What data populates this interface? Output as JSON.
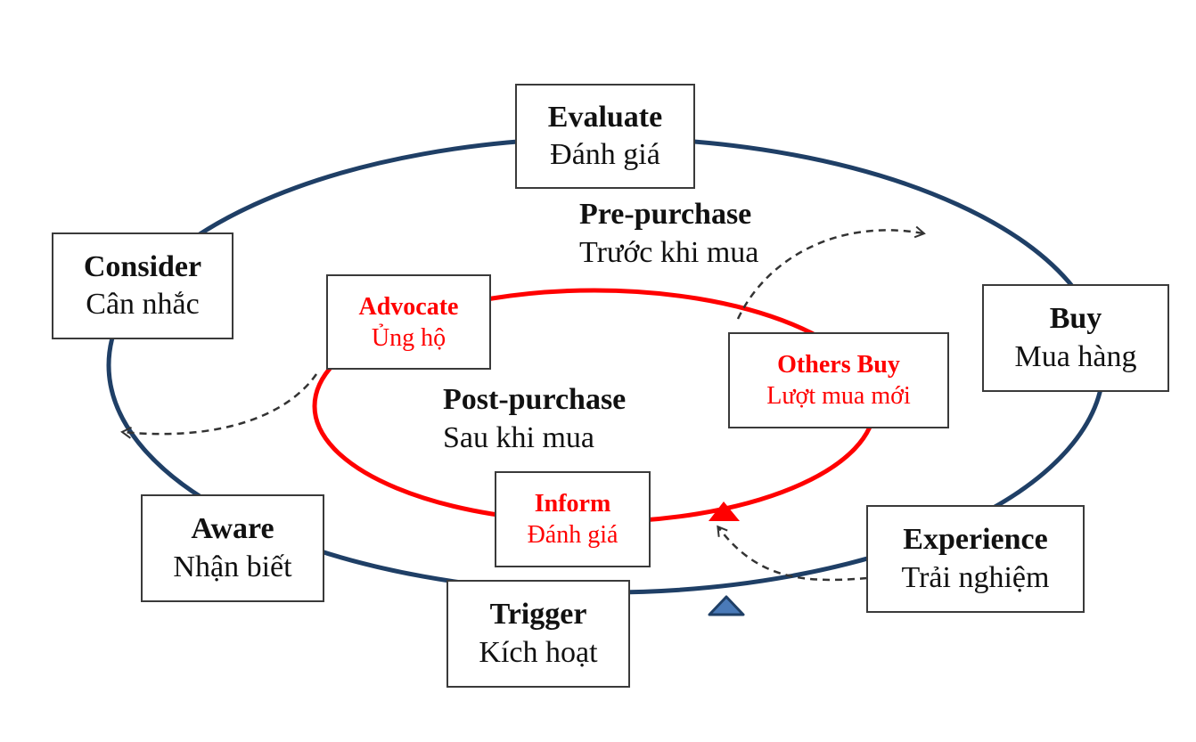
{
  "colors": {
    "outer_cycle": "#1f3f66",
    "inner_cycle": "#ff0000",
    "dashed_arrow": "#333333",
    "marker_blue": "#4a7ab8",
    "box_border": "#3a3a3a",
    "text": "#111111",
    "red_text": "#ff0000"
  },
  "outer_cycle": {
    "stages": [
      {
        "id": "evaluate",
        "title": "Evaluate",
        "subtitle": "Đánh giá"
      },
      {
        "id": "buy",
        "title": "Buy",
        "subtitle": "Mua hàng"
      },
      {
        "id": "experience",
        "title": "Experience",
        "subtitle": "Trải nghiệm"
      },
      {
        "id": "trigger",
        "title": "Trigger",
        "subtitle": "Kích hoạt"
      },
      {
        "id": "aware",
        "title": "Aware",
        "subtitle": "Nhận biết"
      },
      {
        "id": "consider",
        "title": "Consider",
        "subtitle": "Cân nhắc"
      }
    ],
    "label": {
      "title": "Pre-purchase",
      "subtitle": "Trước khi mua"
    },
    "marker_icon": "triangle-up-icon"
  },
  "inner_cycle": {
    "stages": [
      {
        "id": "advocate",
        "title": "Advocate",
        "subtitle": "Ủng hộ"
      },
      {
        "id": "others_buy",
        "title": "Others Buy",
        "subtitle": "Lượt mua mới"
      },
      {
        "id": "inform",
        "title": "Inform",
        "subtitle": "Đánh giá"
      }
    ],
    "label": {
      "title": "Post-purchase",
      "subtitle": "Sau khi mua"
    },
    "marker_icon": "triangle-up-icon"
  },
  "connectors": [
    {
      "from": "others_buy",
      "to": "buy",
      "style": "dashed-arrow"
    },
    {
      "from": "advocate",
      "to": "consider",
      "style": "dashed-arrow"
    },
    {
      "from": "experience",
      "to": "inform",
      "style": "dashed-arrow"
    }
  ]
}
